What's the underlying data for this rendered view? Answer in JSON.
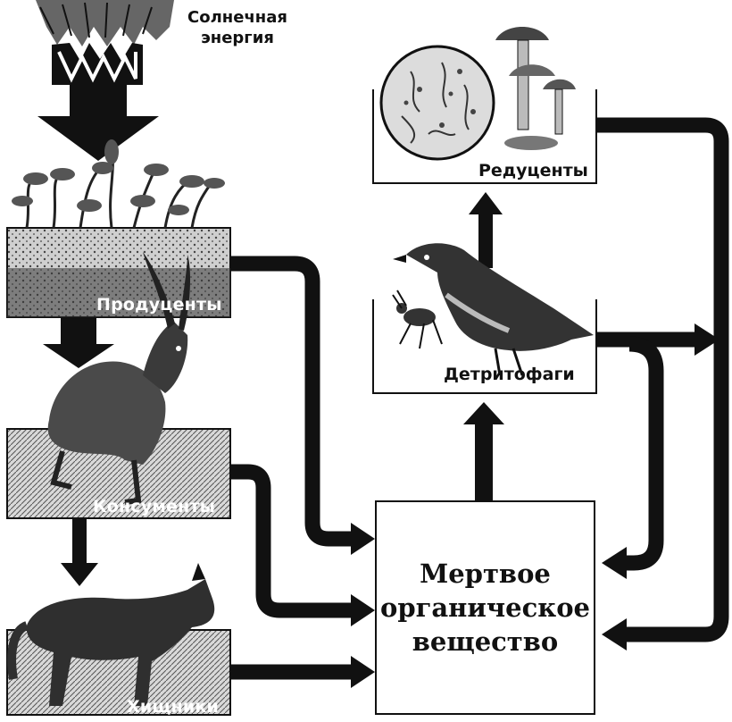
{
  "diagram": {
    "sun_label_line1": "Солнечная",
    "sun_label_line2": "энергия",
    "producers_label": "Продуценты",
    "consumers_label": "Консументы",
    "predators_label": "Хищники",
    "decomposers_label": "Редуценты",
    "detritivores_label": "Детритофаги",
    "dead_matter_line1": "Мертвое",
    "dead_matter_line2": "органическое",
    "dead_matter_line3": "вещество"
  }
}
